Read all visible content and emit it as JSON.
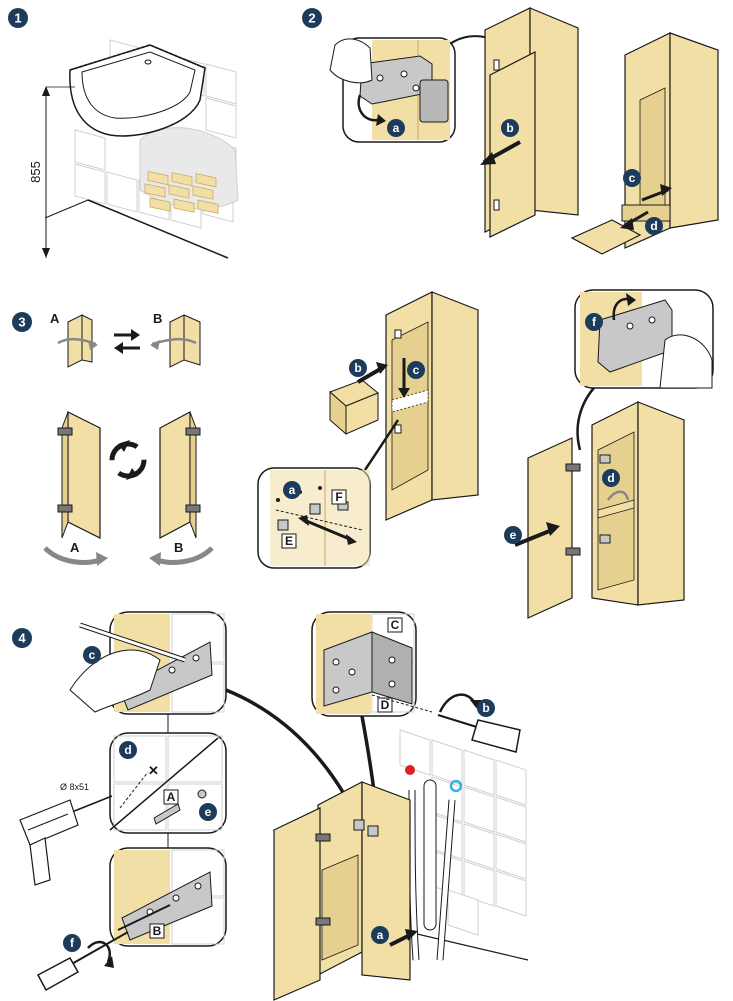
{
  "steps": {
    "s1": "1",
    "s2": "2",
    "s3": "3",
    "s4": "4"
  },
  "dimension": {
    "height": "855"
  },
  "step2": {
    "a": "a",
    "b": "b",
    "c": "c",
    "d": "d"
  },
  "step3": {
    "A": "A",
    "B": "B",
    "a": "a",
    "b": "b",
    "c": "c",
    "d": "d",
    "e": "e",
    "f": "f",
    "E": "E",
    "F": "F"
  },
  "step4": {
    "a_main": "a",
    "b": "b",
    "c": "c",
    "d": "d",
    "e": "e",
    "f": "f",
    "A": "A",
    "B": "B",
    "C": "C",
    "D": "D",
    "drill": "Ø 8x51"
  },
  "colors": {
    "step_badge": "#1d3c5c",
    "wood": "#f1dfa6",
    "wood_edge": "#c9a961",
    "metal": "#c8c8c8",
    "tile": "#e3e3e3",
    "ink": "#1a1a1a",
    "hot": "#e02020",
    "cold": "#36b4e0"
  }
}
